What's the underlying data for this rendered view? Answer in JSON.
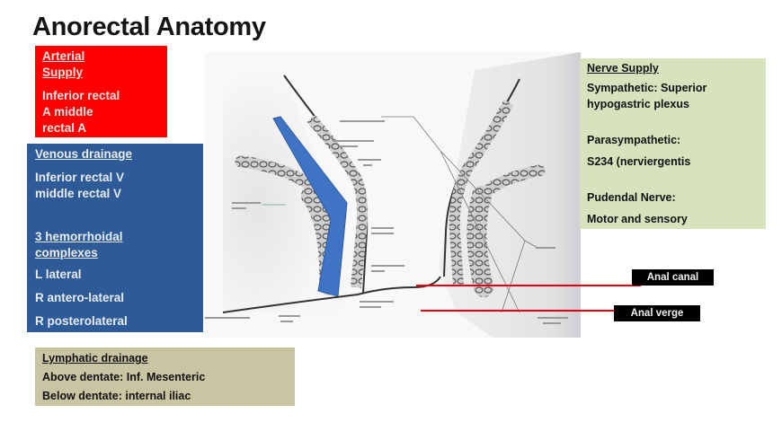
{
  "slide": {
    "title": "Anorectal Anatomy"
  },
  "arterial_supply": {
    "heading_line1": "Arterial",
    "heading_line2": "Supply",
    "lines": [
      "Inferior rectal",
      "A middle",
      "rectal A"
    ],
    "color": "#fe0000"
  },
  "venous_drainage": {
    "heading": "Venous drainage",
    "lines": [
      "Inferior rectal  V",
      "middle rectal V"
    ],
    "complexes_heading_line1": "3 hemorrhoidal",
    "complexes_heading_line2": "complexes",
    "complexes": [
      "L lateral",
      "R  antero-lateral",
      "R posterolateral"
    ],
    "color": "#2e5b97"
  },
  "nerve_supply": {
    "heading": "Nerve Supply",
    "sympathetic_line1": "Sympathetic: Superior",
    "sympathetic_line2": "hypogastric plexus",
    "parasympathetic_label": "Parasympathetic:",
    "parasympathetic_value": "S234 (nerviergentis",
    "pudendal_label": "Pudendal Nerve:",
    "pudendal_value": "Motor and sensory",
    "color": "#d6e3bd"
  },
  "lymphatic_drainage": {
    "heading": "Lymphatic drainage",
    "lines": [
      "Above dentate:  Inf. Mesenteric",
      "Below dentate: internal iliac"
    ],
    "color": "#c9c4a1"
  },
  "diagram": {
    "callouts": [
      {
        "label": "Anal canal"
      },
      {
        "label": "Anal verge"
      }
    ],
    "highlight_color": "#3f74c4",
    "line_color": "#e8000a"
  }
}
